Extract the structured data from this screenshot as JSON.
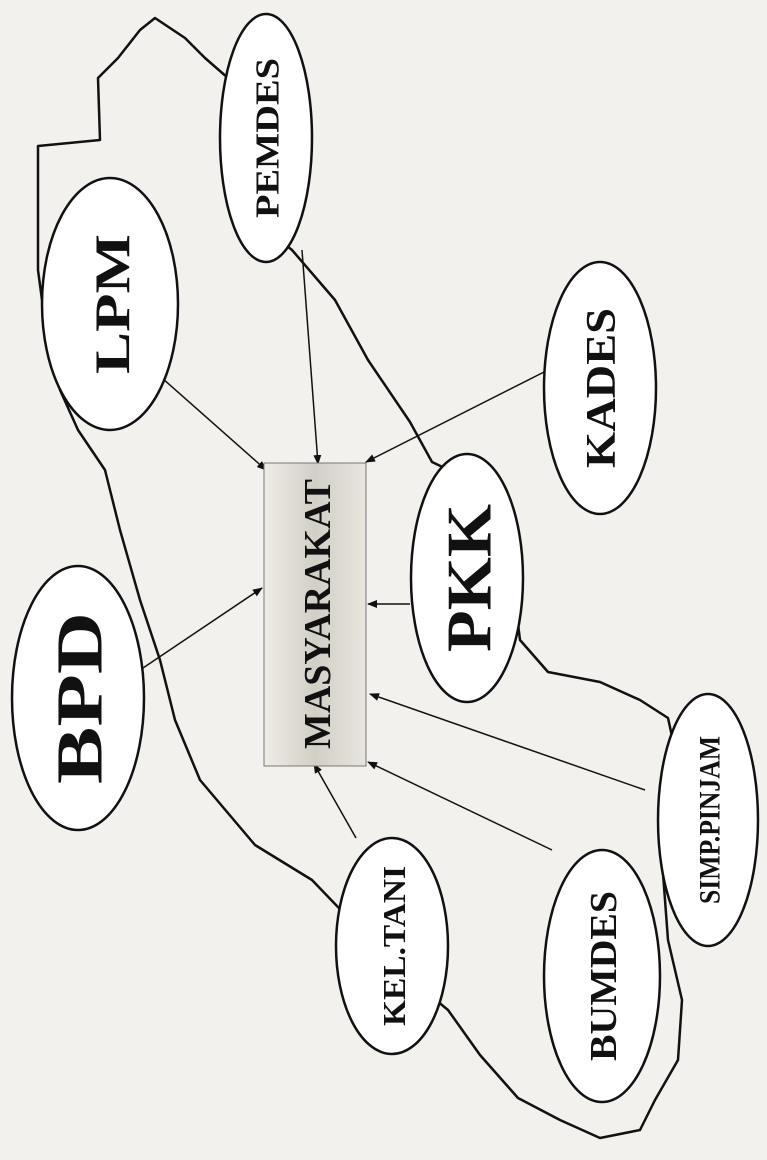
{
  "diagram": {
    "center": {
      "label": "MASYARAKAT"
    },
    "nodes": [
      {
        "id": "bpd",
        "label": "BPD"
      },
      {
        "id": "lpm",
        "label": "LPM"
      },
      {
        "id": "pemdes",
        "label": "PEMDES"
      },
      {
        "id": "kades",
        "label": "KADES"
      },
      {
        "id": "pkk",
        "label": "PKK"
      },
      {
        "id": "simpinjam",
        "label": "SIMP.PINJAM"
      },
      {
        "id": "bumdes",
        "label": "BUMDES"
      },
      {
        "id": "keltani",
        "label": "KEL.TANI"
      }
    ],
    "edges": [
      {
        "from": "bpd",
        "to": "center"
      },
      {
        "from": "lpm",
        "to": "center"
      },
      {
        "from": "pemdes",
        "to": "center"
      },
      {
        "from": "kades",
        "to": "center"
      },
      {
        "from": "pkk",
        "to": "center"
      },
      {
        "from": "simpinjam",
        "to": "center"
      },
      {
        "from": "bumdes",
        "to": "center"
      },
      {
        "from": "keltani",
        "to": "center"
      }
    ],
    "colors": {
      "ink": "#111111",
      "paper": "#f2f1ee",
      "box_fill": "#d6d3cb"
    }
  }
}
